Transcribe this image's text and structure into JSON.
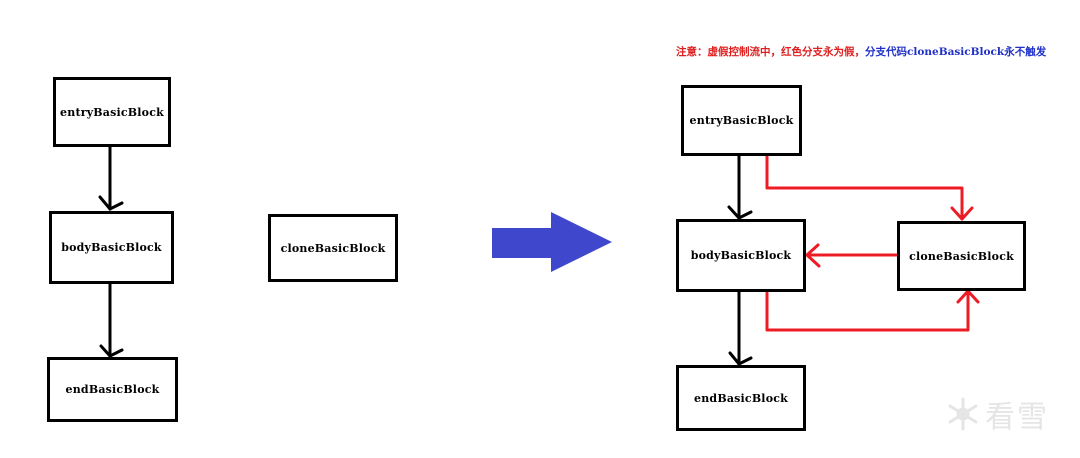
{
  "left_diagram": {
    "entry": "entryBasicBlock",
    "body": "bodyBasicBlock",
    "end": "endBasicBlock",
    "clone": "cloneBasicBlock"
  },
  "right_diagram": {
    "note_red": "注意：虚假控制流中，红色分支永为假，",
    "note_blue": "分支代码cloneBasicBlock永不触发",
    "entry": "entryBasicBlock",
    "body": "bodyBasicBlock",
    "end": "endBasicBlock",
    "clone": "cloneBasicBlock"
  },
  "watermark": {
    "text": "看雪"
  },
  "colors": {
    "arrow_blue": "#3f48cc",
    "false_branch_red": "#ed1c24",
    "note_red": "#e02020",
    "note_blue": "#2030c8"
  }
}
